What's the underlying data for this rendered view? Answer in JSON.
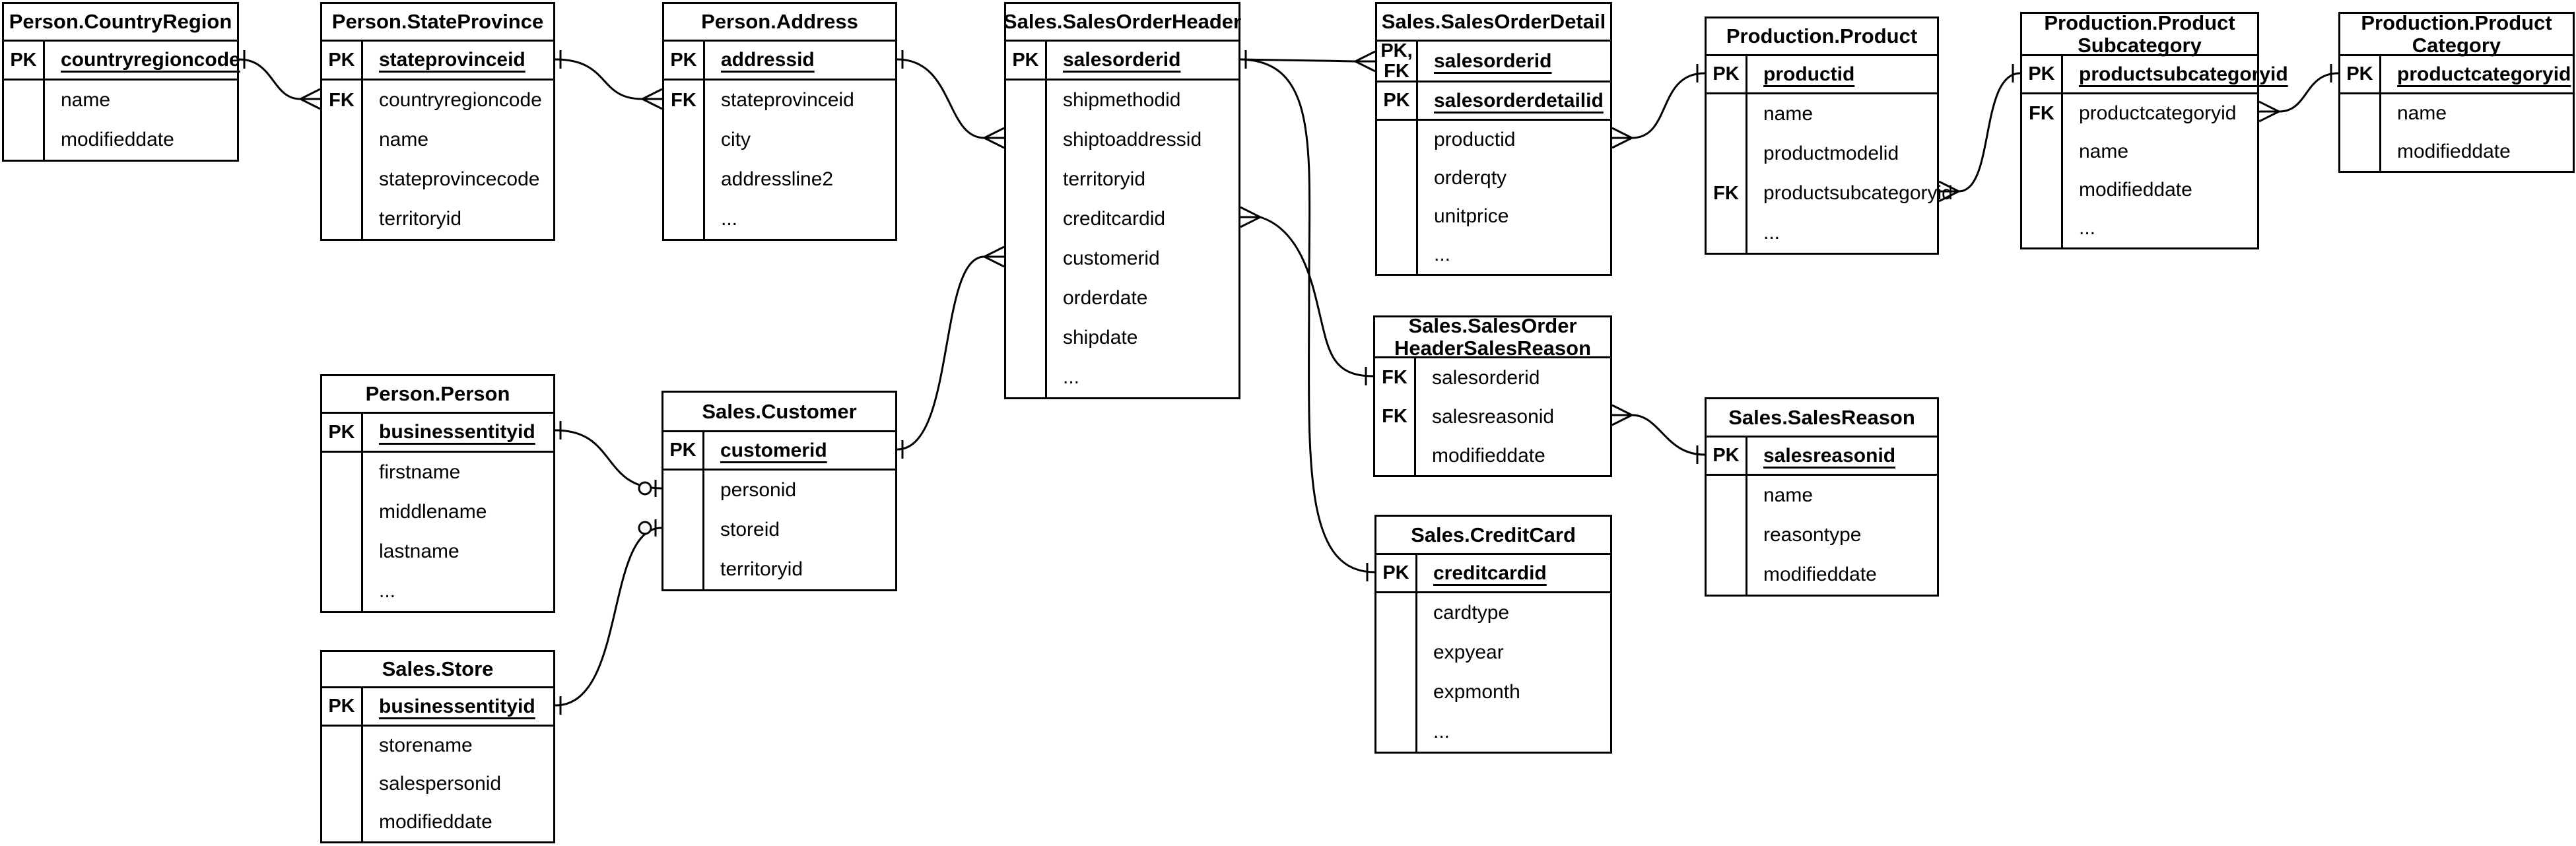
{
  "diagram": {
    "background_color": "#ffffff",
    "line_color": "#000000",
    "notation": "crow's foot",
    "tables": [
      {
        "id": "person-countryregion",
        "title": "Person.CountryRegion",
        "rows": [
          {
            "key": "PK",
            "field": "countryregioncode",
            "band": "pk"
          },
          {
            "key": "",
            "field": "name",
            "band": "body"
          },
          {
            "key": "",
            "field": "modifieddate",
            "band": "body"
          }
        ]
      },
      {
        "id": "person-stateprovince",
        "title": "Person.StateProvince",
        "rows": [
          {
            "key": "PK",
            "field": "stateprovinceid",
            "band": "pk"
          },
          {
            "key": "FK",
            "field": "countryregioncode",
            "band": "body"
          },
          {
            "key": "",
            "field": "name",
            "band": "body"
          },
          {
            "key": "",
            "field": "stateprovincecode",
            "band": "body"
          },
          {
            "key": "",
            "field": "territoryid",
            "band": "body"
          }
        ]
      },
      {
        "id": "person-address",
        "title": "Person.Address",
        "rows": [
          {
            "key": "PK",
            "field": "addressid",
            "band": "pk"
          },
          {
            "key": "FK",
            "field": "stateprovinceid",
            "band": "body"
          },
          {
            "key": "",
            "field": "city",
            "band": "body"
          },
          {
            "key": "",
            "field": "addressline2",
            "band": "body"
          },
          {
            "key": "",
            "field": "...",
            "band": "body"
          }
        ]
      },
      {
        "id": "sales-salesorderheader",
        "title": "Sales.SalesOrderHeader",
        "rows": [
          {
            "key": "PK",
            "field": "salesorderid",
            "band": "pk"
          },
          {
            "key": "",
            "field": "shipmethodid",
            "band": "body"
          },
          {
            "key": "",
            "field": "shiptoaddressid",
            "band": "body"
          },
          {
            "key": "",
            "field": "territoryid",
            "band": "body"
          },
          {
            "key": "",
            "field": "creditcardid",
            "band": "body"
          },
          {
            "key": "",
            "field": "customerid",
            "band": "body"
          },
          {
            "key": "",
            "field": "orderdate",
            "band": "body"
          },
          {
            "key": "",
            "field": "shipdate",
            "band": "body"
          },
          {
            "key": "",
            "field": "...",
            "band": "body"
          }
        ]
      },
      {
        "id": "sales-salesorderdetail",
        "title": "Sales.SalesOrderDetail",
        "rows": [
          {
            "key": "PK,\nFK",
            "field": "salesorderid",
            "band": "pk"
          },
          {
            "key": "PK",
            "field": "salesorderdetailid",
            "band": "pk"
          },
          {
            "key": "",
            "field": "productid",
            "band": "body"
          },
          {
            "key": "",
            "field": "orderqty",
            "band": "body"
          },
          {
            "key": "",
            "field": "unitprice",
            "band": "body"
          },
          {
            "key": "",
            "field": "...",
            "band": "body"
          }
        ]
      },
      {
        "id": "production-product",
        "title": "Production.Product",
        "rows": [
          {
            "key": "PK",
            "field": "productid",
            "band": "pk"
          },
          {
            "key": "",
            "field": "name",
            "band": "body"
          },
          {
            "key": "",
            "field": "productmodelid",
            "band": "body"
          },
          {
            "key": "FK",
            "field": "productsubcategoryid",
            "band": "body"
          },
          {
            "key": "",
            "field": "...",
            "band": "body"
          }
        ]
      },
      {
        "id": "production-productsubcategory",
        "title": "Production.Product\nSubcategory",
        "rows": [
          {
            "key": "PK",
            "field": "productsubcategoryid",
            "band": "pk"
          },
          {
            "key": "FK",
            "field": "productcategoryid",
            "band": "body"
          },
          {
            "key": "",
            "field": "name",
            "band": "body"
          },
          {
            "key": "",
            "field": "modifieddate",
            "band": "body"
          },
          {
            "key": "",
            "field": "...",
            "band": "body"
          }
        ]
      },
      {
        "id": "production-productcategory",
        "title": "Production.Product\nCategory",
        "rows": [
          {
            "key": "PK",
            "field": "productcategoryid",
            "band": "pk"
          },
          {
            "key": "",
            "field": "name",
            "band": "body"
          },
          {
            "key": "",
            "field": "modifieddate",
            "band": "body"
          }
        ]
      },
      {
        "id": "person-person",
        "title": "Person.Person",
        "rows": [
          {
            "key": "PK",
            "field": "businessentityid",
            "band": "pk"
          },
          {
            "key": "",
            "field": "firstname",
            "band": "body"
          },
          {
            "key": "",
            "field": "middlename",
            "band": "body"
          },
          {
            "key": "",
            "field": "lastname",
            "band": "body"
          },
          {
            "key": "",
            "field": "...",
            "band": "body"
          }
        ]
      },
      {
        "id": "sales-customer",
        "title": "Sales.Customer",
        "rows": [
          {
            "key": "PK",
            "field": "customerid",
            "band": "pk"
          },
          {
            "key": "",
            "field": "personid",
            "band": "body"
          },
          {
            "key": "",
            "field": "storeid",
            "band": "body"
          },
          {
            "key": "",
            "field": "territoryid",
            "band": "body"
          }
        ]
      },
      {
        "id": "sales-store",
        "title": "Sales.Store",
        "rows": [
          {
            "key": "PK",
            "field": "businessentityid",
            "band": "pk"
          },
          {
            "key": "",
            "field": "storename",
            "band": "body"
          },
          {
            "key": "",
            "field": "salespersonid",
            "band": "body"
          },
          {
            "key": "",
            "field": "modifieddate",
            "band": "body"
          }
        ]
      },
      {
        "id": "sales-salesorderheadersalesreason",
        "title": "Sales.SalesOrder\nHeaderSalesReason",
        "rows": [
          {
            "key": "FK",
            "field": "salesorderid",
            "band": "body"
          },
          {
            "key": "FK",
            "field": "salesreasonid",
            "band": "body"
          },
          {
            "key": "",
            "field": "modifieddate",
            "band": "body"
          }
        ]
      },
      {
        "id": "sales-salesreason",
        "title": "Sales.SalesReason",
        "rows": [
          {
            "key": "PK",
            "field": "salesreasonid",
            "band": "pk"
          },
          {
            "key": "",
            "field": "name",
            "band": "body"
          },
          {
            "key": "",
            "field": "reasontype",
            "band": "body"
          },
          {
            "key": "",
            "field": "modifieddate",
            "band": "body"
          }
        ]
      },
      {
        "id": "sales-creditcard",
        "title": "Sales.CreditCard",
        "rows": [
          {
            "key": "PK",
            "field": "creditcardid",
            "band": "pk"
          },
          {
            "key": "",
            "field": "cardtype",
            "band": "body"
          },
          {
            "key": "",
            "field": "expyear",
            "band": "body"
          },
          {
            "key": "",
            "field": "expmonth",
            "band": "body"
          },
          {
            "key": "",
            "field": "...",
            "band": "body"
          }
        ]
      }
    ],
    "relationships": [
      {
        "id": "countryregion-stateprovince",
        "from": "Person.CountryRegion.countryregioncode",
        "to": "Person.StateProvince.countryregioncode",
        "from_marker": "one",
        "to_marker": "many"
      },
      {
        "id": "stateprovince-address",
        "from": "Person.StateProvince.stateprovinceid",
        "to": "Person.Address.stateprovinceid",
        "from_marker": "one",
        "to_marker": "many"
      },
      {
        "id": "address-orderheader",
        "from": "Person.Address.addressid",
        "to": "Sales.SalesOrderHeader.shiptoaddressid",
        "from_marker": "one",
        "to_marker": "many"
      },
      {
        "id": "orderheader-orderdetail",
        "from": "Sales.SalesOrderHeader.salesorderid",
        "to": "Sales.SalesOrderDetail.salesorderid",
        "from_marker": "one",
        "to_marker": "many"
      },
      {
        "id": "orderheader-headersalesreason",
        "from": "Sales.SalesOrderHeader.creditcardid",
        "to": "Sales.SalesOrderHeaderSalesReason.salesorderid",
        "from_marker": "many",
        "to_marker": "one"
      },
      {
        "id": "orderheader-creditcard",
        "from": "Sales.SalesOrderHeader.salesorderid",
        "to": "Sales.CreditCard.creditcardid",
        "from_marker": "one",
        "to_marker": "one"
      },
      {
        "id": "headersalesreason-salesreason",
        "from": "Sales.SalesOrderHeaderSalesReason.salesreasonid",
        "to": "Sales.SalesReason.salesreasonid",
        "from_marker": "many",
        "to_marker": "one"
      },
      {
        "id": "orderdetail-product",
        "from": "Sales.SalesOrderDetail.productid",
        "to": "Production.Product.productid",
        "from_marker": "many",
        "to_marker": "one"
      },
      {
        "id": "product-subcategory",
        "from": "Production.Product.productsubcategoryid",
        "to": "Production.ProductSubcategory.productsubcategoryid",
        "from_marker": "many",
        "to_marker": "one"
      },
      {
        "id": "subcategory-category",
        "from": "Production.ProductSubcategory.productcategoryid",
        "to": "Production.ProductCategory.productcategoryid",
        "from_marker": "many",
        "to_marker": "one"
      },
      {
        "id": "person-customer",
        "from": "Person.Person.businessentityid",
        "to": "Sales.Customer.personid",
        "from_marker": "one",
        "to_marker": "zero-or-one"
      },
      {
        "id": "store-customer",
        "from": "Sales.Store.businessentityid",
        "to": "Sales.Customer.storeid",
        "from_marker": "one",
        "to_marker": "zero-or-one"
      },
      {
        "id": "customer-orderheader",
        "from": "Sales.Customer.customerid",
        "to": "Sales.SalesOrderHeader.customerid",
        "from_marker": "one",
        "to_marker": "many"
      }
    ]
  }
}
